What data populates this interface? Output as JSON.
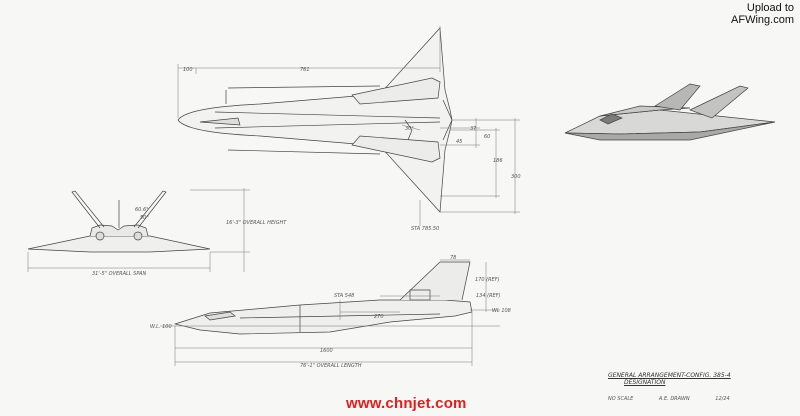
{
  "watermark": {
    "upload_line1": "Upload to",
    "upload_line2": "AFWing.com",
    "site": "www.chnjet.com"
  },
  "dimensions": {
    "overall_height": "16'-3\" OVERALL HEIGHT",
    "overall_span": "31'-5\" OVERALL SPAN",
    "overall_length": "76'-1\" OVERALL LENGTH",
    "sta_plan": "STA 785.50",
    "sta_side": "STA 548",
    "side_1600": "1600",
    "side_270": "270",
    "wl_100": "W.L. 100",
    "wl_108": "WL 108",
    "plan_top": "761",
    "plan_left": "100"
  },
  "title_block": {
    "line1": "GENERAL ARRANGEMENT-CONFIG. 385-4",
    "line2": "DESIGNATION",
    "scale": "NO SCALE",
    "drawn": "A.E. DRAWN",
    "date": "12/24"
  },
  "colors": {
    "paper": "#f7f7f5",
    "ink": "#444444",
    "watermark_red": "#e01e1e"
  }
}
